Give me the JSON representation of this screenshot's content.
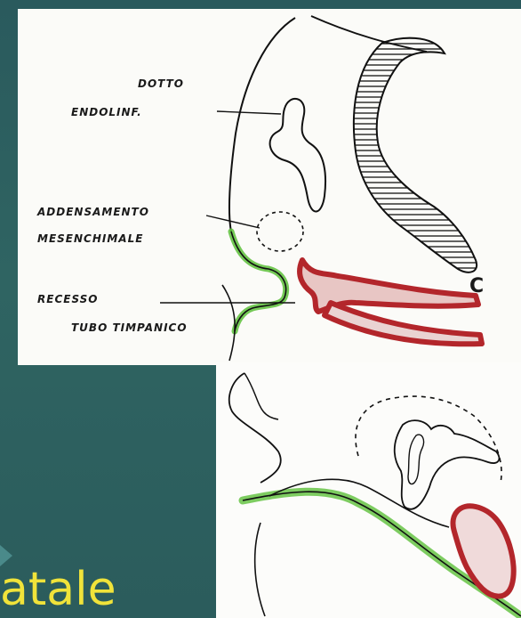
{
  "top_diagram": {
    "labels": {
      "dotto": "DOTTO",
      "endolinf": "ENDOLINF.",
      "addensamento": "ADDENSAMENTO",
      "mesenchimale": "MESENCHIMALE",
      "recesso": "RECESSO",
      "tubo_timpanico": "TUBO TIMPANICO",
      "c_letter": "C"
    }
  },
  "slide_text": "atale",
  "colors": {
    "background": "#2b5c5c",
    "slide_text": "#f0e33a",
    "green_stroke": "#5cbf3a",
    "red_stroke": "#b3262b"
  }
}
